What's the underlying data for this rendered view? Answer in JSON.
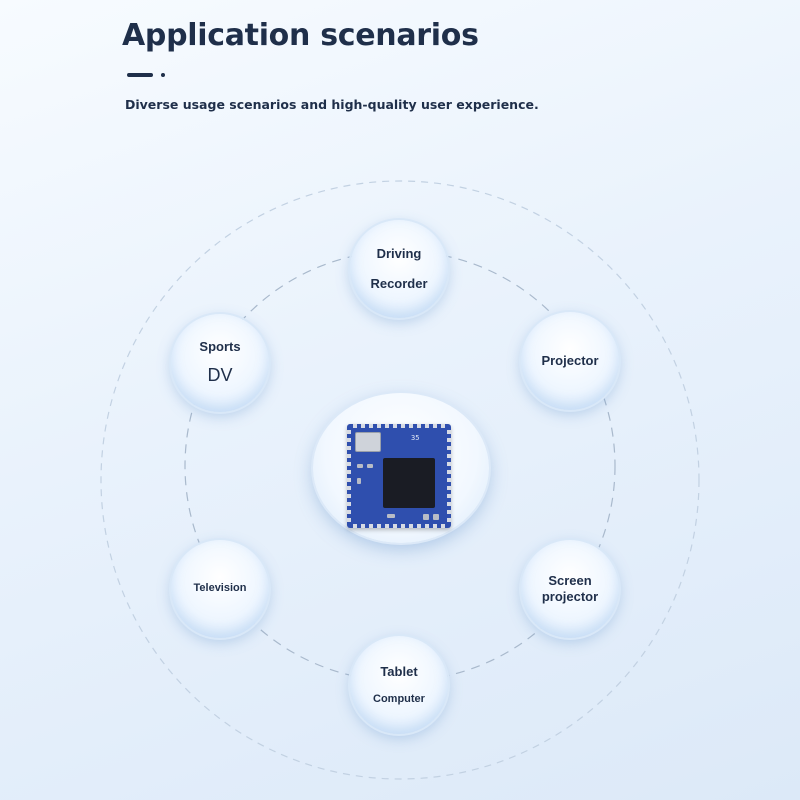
{
  "header": {
    "title": "Application scenarios",
    "subtitle": "Diverse usage scenarios and high-quality user experience."
  },
  "center_module": {
    "icon": "wifi-module-chip-icon",
    "label": "35"
  },
  "scenarios": [
    {
      "id": "driving-recorder",
      "line1": "Driving",
      "line2": "Recorder"
    },
    {
      "id": "sports-dv",
      "line1": "Sports",
      "line2": "DV"
    },
    {
      "id": "projector",
      "line1": "Projector"
    },
    {
      "id": "television",
      "line1": "Television"
    },
    {
      "id": "screen-projector",
      "line1": "Screen",
      "line2": "projector"
    },
    {
      "id": "tablet-computer",
      "line1": "Tablet",
      "line2": "Computer"
    }
  ],
  "colors": {
    "text": "#1f2f4a",
    "chip_board": "#2f4fae",
    "ring_dash": "#b8c8da"
  }
}
